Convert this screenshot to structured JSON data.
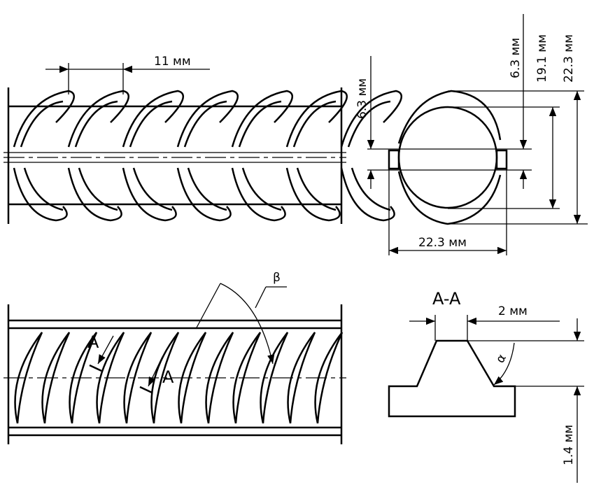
{
  "side_view": {
    "rib_pitch": "11 мм"
  },
  "cross_section": {
    "rib_height": "6.3 мм",
    "rib_width": "6.3 мм",
    "core_diameter": "19.1 мм",
    "outer_diameter": "22.3 мм",
    "width": "22.3 мм"
  },
  "top_view": {
    "angle_label": "β",
    "section_mark_1": "A",
    "section_mark_2": "A"
  },
  "section_aa": {
    "title": "A-A",
    "top_width": "2 мм",
    "angle_label": "α",
    "height": "1.4 мм"
  }
}
